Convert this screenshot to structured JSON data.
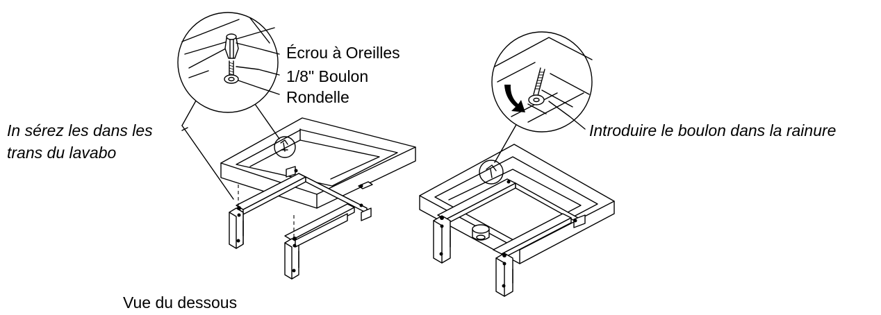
{
  "labels": {
    "wing_nut": "Écrou à Oreilles",
    "bolt": "1/8\" Boulon",
    "washer": "Rondelle",
    "insert_holes_line1": "In sérez les dans les",
    "insert_holes_line2": "trans du lavabo",
    "insert_slot": "Introduire le boulon dans la rainure",
    "bottom_view": "Vue du dessous"
  },
  "icons": [
    "wing-nut-icon",
    "bolt-icon",
    "washer-icon",
    "rotation-arrow-icon",
    "drain-icon"
  ]
}
